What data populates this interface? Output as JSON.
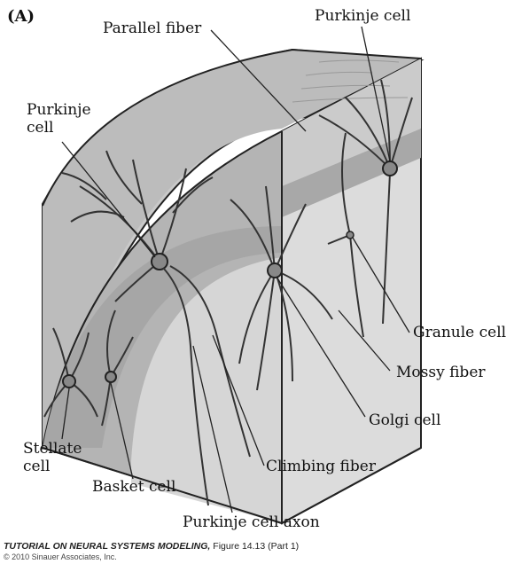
{
  "panel_label": "(A)",
  "labels": {
    "parallel_fiber": "Parallel fiber",
    "purkinje_cell_top": "Purkinje cell",
    "purkinje_cell_left_line1": "Purkinje",
    "purkinje_cell_left_line2": "cell",
    "granule_cell": "Granule cell",
    "mossy_fiber": "Mossy fiber",
    "golgi_cell": "Golgi cell",
    "climbing_fiber": "Climbing fiber",
    "stellate_cell_line1": "Stellate",
    "stellate_cell_line2": "cell",
    "basket_cell": "Basket cell",
    "purkinje_cell_axon": "Purkinje cell axon"
  },
  "caption": {
    "title": "TUTORIAL ON NEURAL SYSTEMS MODELING,",
    "figure": "Figure 14.13 (Part 1)",
    "copyright": "© 2010 Sinauer Associates, Inc."
  }
}
